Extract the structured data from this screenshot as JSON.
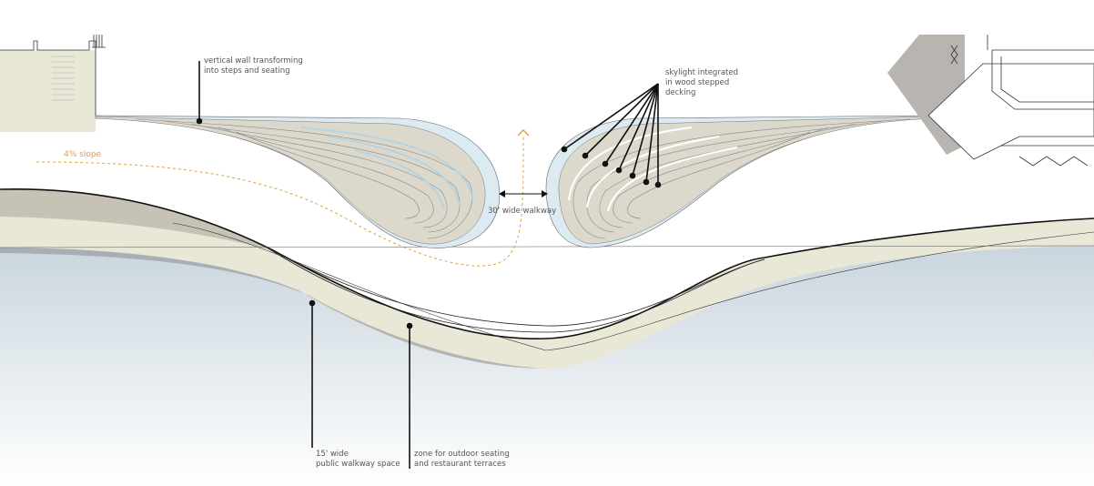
{
  "annotations": {
    "wall": [
      "vertical wall transforming",
      "into steps and seating"
    ],
    "skylight": [
      "skylight integrated",
      "in wood stepped",
      "decking"
    ],
    "slope": "4% slope",
    "walkway30": "30' wide walkway",
    "walkway15": [
      "15' wide",
      "public walkway space"
    ],
    "zone": [
      "zone for outdoor seating",
      "and restaurant terraces"
    ]
  },
  "colors": {
    "beige": "#e9e7d6",
    "deck": "#dcd8cc",
    "skylight": "#dcebf2",
    "water_top": "#c9d5dd",
    "slope": "#e0a040",
    "grey": "#b8b2a8"
  }
}
